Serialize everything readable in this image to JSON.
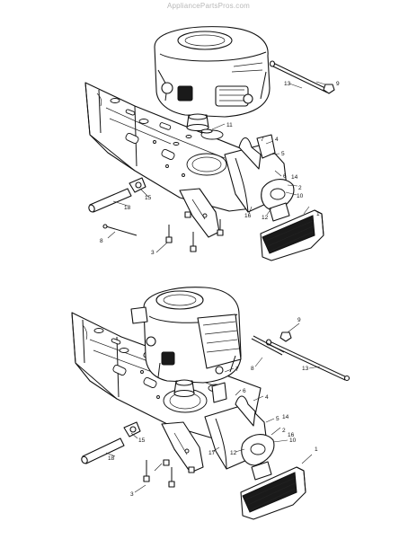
{
  "watermark": "AppliancePartsPros.com",
  "views": [
    {
      "id": "upper",
      "callouts": [
        "1",
        "2",
        "3",
        "4",
        "5",
        "6",
        "7",
        "8",
        "9",
        "10",
        "11",
        "12",
        "13",
        "14",
        "15",
        "16",
        "18"
      ]
    },
    {
      "id": "lower",
      "callouts": [
        "1",
        "2",
        "3",
        "4",
        "5",
        "6",
        "7",
        "8",
        "9",
        "10",
        "12",
        "13",
        "14",
        "15",
        "16",
        "17",
        "18"
      ]
    }
  ],
  "colors": {
    "ink": "#111111",
    "paper": "#ffffff",
    "watermark": "#b8b8b8"
  }
}
